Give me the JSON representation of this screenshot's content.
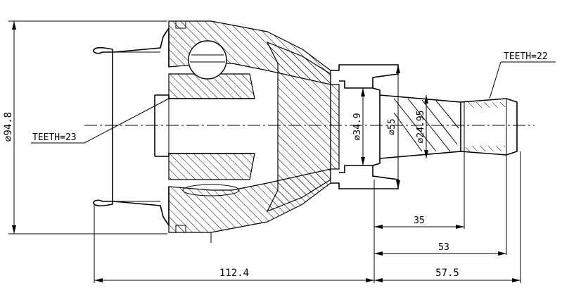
{
  "labels": {
    "overall_diameter": "⌀94.8",
    "teeth_inner": "TEETH=23",
    "teeth_outer": "TEETH=22",
    "diameter_seat": "⌀34.9",
    "diameter_flange": "⌀55",
    "diameter_spline": "⌀24.95",
    "length_body": "112.4",
    "length_shaft_total": "57.5",
    "length_53": "53",
    "length_35": "35"
  }
}
